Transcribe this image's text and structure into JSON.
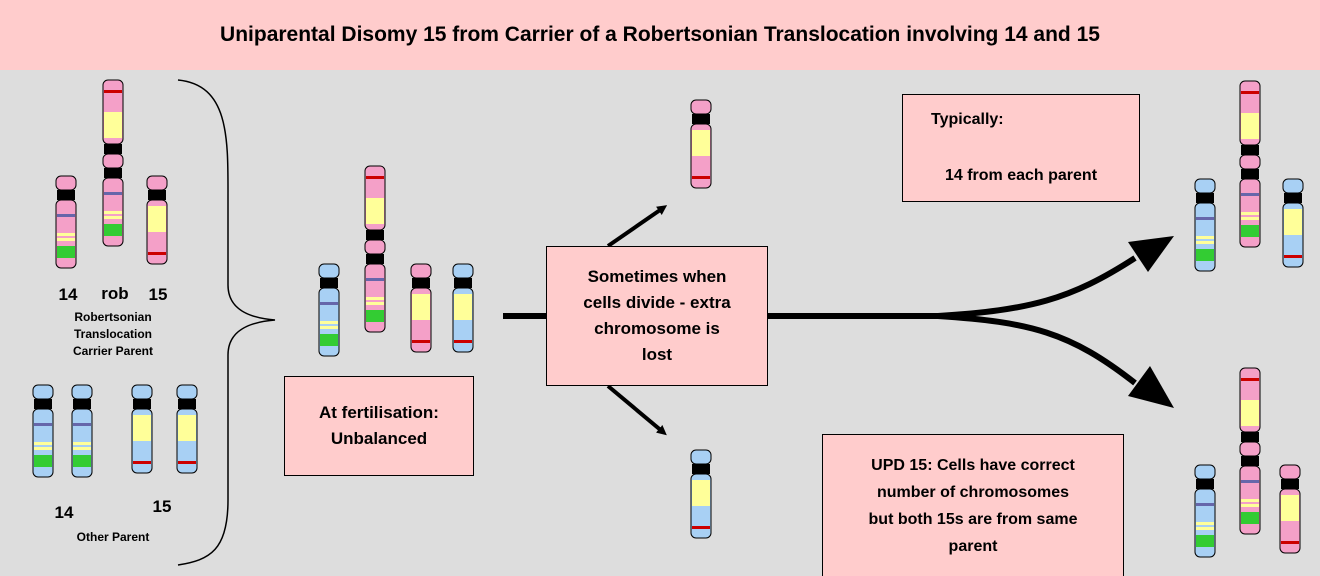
{
  "title": "Uniparental Disomy 15 from Carrier of a Robertsonian Translocation involving 14 and 15",
  "colors": {
    "title_bg": "#ffcccc",
    "panel_bg": "#dddddd",
    "box_bg": "#ffcccc",
    "carrier_parent_chromosome": "#f4a0c8",
    "other_parent_chromosome": "#a8d0f4",
    "band_yellow": "#ffff99",
    "band_green": "#33cc33",
    "band_red": "#cc0000",
    "band_purple": "#6666aa",
    "centromere": "#000000"
  },
  "carrier_parent": {
    "chromosome_labels": [
      "14",
      "rob",
      "15"
    ],
    "caption_lines": [
      "Robertsonian",
      "Translocation",
      "Carrier Parent"
    ]
  },
  "other_parent": {
    "chromosome_labels": [
      "14",
      "15"
    ],
    "caption": "Other Parent"
  },
  "fertilisation_box": {
    "line1": "At fertilisation:",
    "line2": "Unbalanced"
  },
  "division_box": {
    "lines": [
      "Sometimes when",
      "cells divide - extra",
      "chromosome is",
      "lost"
    ]
  },
  "typical_box": {
    "heading": "Typically:",
    "text": "14 from each parent"
  },
  "upd_box": {
    "lines": [
      "UPD 15: Cells have correct",
      "number of chromosomes",
      "but both 15s are from same",
      "parent"
    ]
  }
}
